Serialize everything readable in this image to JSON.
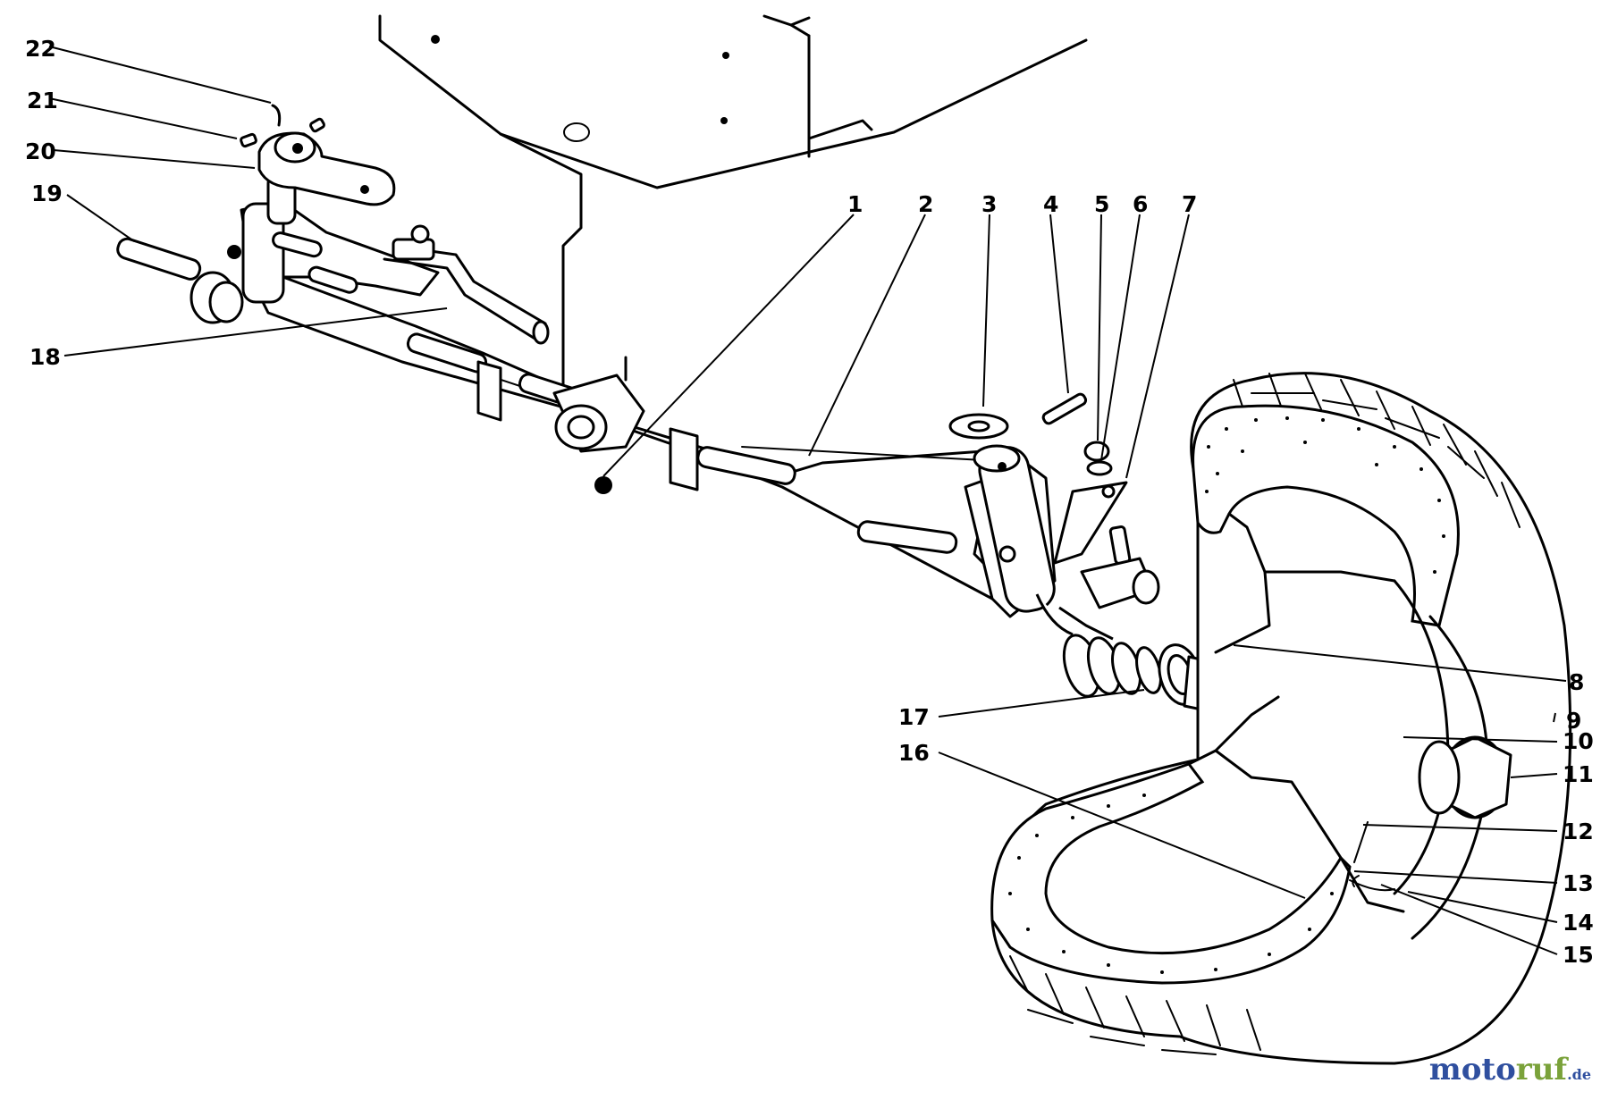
{
  "figure": {
    "callouts": [
      {
        "id": "1",
        "label": "1"
      },
      {
        "id": "2",
        "label": "2"
      },
      {
        "id": "3",
        "label": "3"
      },
      {
        "id": "4",
        "label": "4"
      },
      {
        "id": "5",
        "label": "5"
      },
      {
        "id": "6",
        "label": "6"
      },
      {
        "id": "7",
        "label": "7"
      },
      {
        "id": "8",
        "label": "8"
      },
      {
        "id": "9",
        "label": "9"
      },
      {
        "id": "10",
        "label": "10"
      },
      {
        "id": "11",
        "label": "11"
      },
      {
        "id": "12",
        "label": "12"
      },
      {
        "id": "13",
        "label": "13"
      },
      {
        "id": "14",
        "label": "14"
      },
      {
        "id": "15",
        "label": "15"
      },
      {
        "id": "16",
        "label": "16"
      },
      {
        "id": "17",
        "label": "17"
      },
      {
        "id": "18",
        "label": "18"
      },
      {
        "id": "19",
        "label": "19"
      },
      {
        "id": "20",
        "label": "20"
      },
      {
        "id": "21",
        "label": "21"
      },
      {
        "id": "22",
        "label": "22"
      }
    ]
  },
  "watermark": {
    "part1": "moto",
    "part2": "ruf",
    "part3": ".de"
  }
}
